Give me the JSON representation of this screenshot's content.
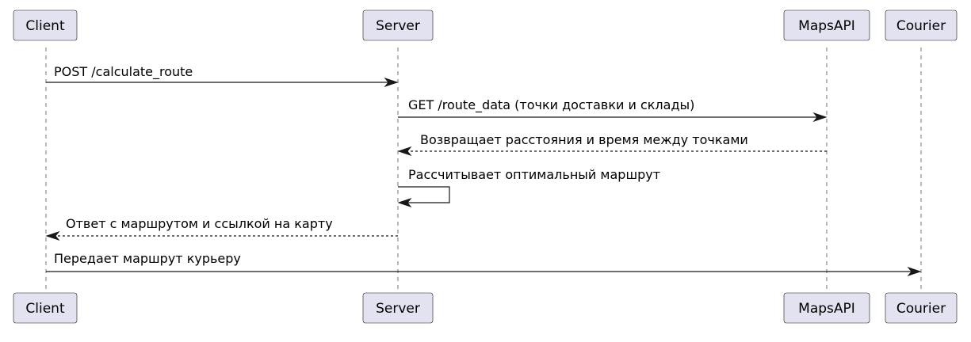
{
  "participants": [
    {
      "id": "client",
      "label": "Client"
    },
    {
      "id": "server",
      "label": "Server"
    },
    {
      "id": "maps",
      "label": "MapsAPI"
    },
    {
      "id": "courier",
      "label": "Courier"
    }
  ],
  "messages": [
    {
      "from": "client",
      "to": "server",
      "label": "POST /calculate_route",
      "style": "solid"
    },
    {
      "from": "server",
      "to": "maps",
      "label": "GET /route_data (точки доставки и склады)",
      "style": "solid"
    },
    {
      "from": "maps",
      "to": "server",
      "label": "Возвращает расстояния и время между точками",
      "style": "dashed"
    },
    {
      "from": "server",
      "to": "server",
      "label": "Рассчитывает оптимальный маршрут",
      "style": "solid"
    },
    {
      "from": "server",
      "to": "client",
      "label": "Ответ с маршрутом и ссылкой на карту",
      "style": "dashed"
    },
    {
      "from": "client",
      "to": "courier",
      "label": "Передает маршрут курьеру",
      "style": "solid"
    }
  ],
  "colors": {
    "participant_fill": "#e2e2f0",
    "line": "#181818"
  }
}
